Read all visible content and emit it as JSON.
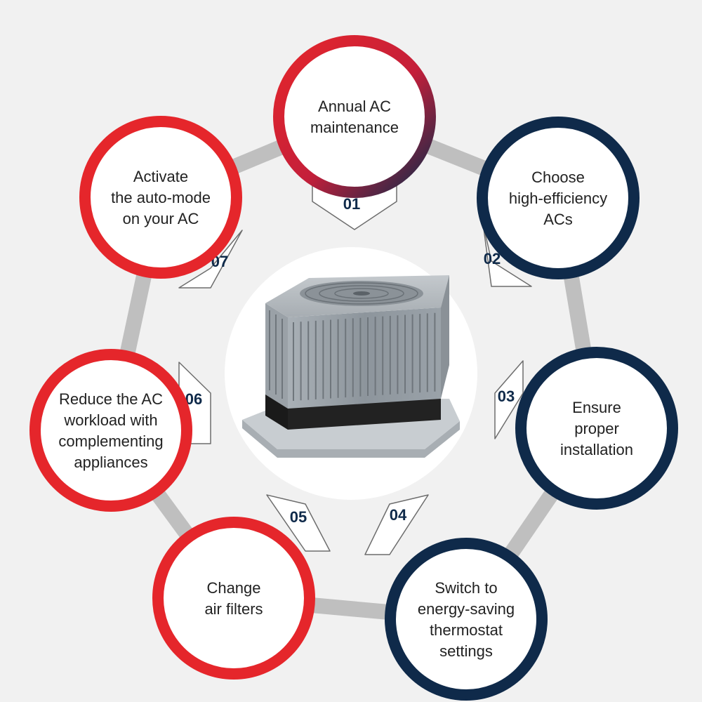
{
  "colors": {
    "background": "#f1f1f1",
    "connector": "#bfbfbf",
    "red": "#e5262b",
    "navy": "#0f2a4a",
    "gradient_start": "#e5262b",
    "gradient_end": "#0f2a4a",
    "arrow_fill": "#ffffff",
    "arrow_stroke": "#6d6d6d",
    "number_text": "#0f2a4a",
    "body_text": "#222222"
  },
  "center": {
    "image": "air-conditioner-unit"
  },
  "steps": [
    {
      "number": "01",
      "lines": [
        "Annual AC",
        "maintenance"
      ],
      "ring": "gradient"
    },
    {
      "number": "02",
      "lines": [
        "Choose",
        "high-efficiency",
        "ACs"
      ],
      "ring": "navy"
    },
    {
      "number": "03",
      "lines": [
        "Ensure",
        "proper",
        "installation"
      ],
      "ring": "navy"
    },
    {
      "number": "04",
      "lines": [
        "Switch to",
        "energy-saving",
        "thermostat",
        "settings"
      ],
      "ring": "navy"
    },
    {
      "number": "05",
      "lines": [
        "Change",
        "air filters"
      ],
      "ring": "red"
    },
    {
      "number": "06",
      "lines": [
        "Reduce the AC",
        "workload with",
        "complementing",
        "appliances"
      ],
      "ring": "red"
    },
    {
      "number": "07",
      "lines": [
        "Activate",
        "the auto-mode",
        "on your AC"
      ],
      "ring": "red"
    }
  ]
}
